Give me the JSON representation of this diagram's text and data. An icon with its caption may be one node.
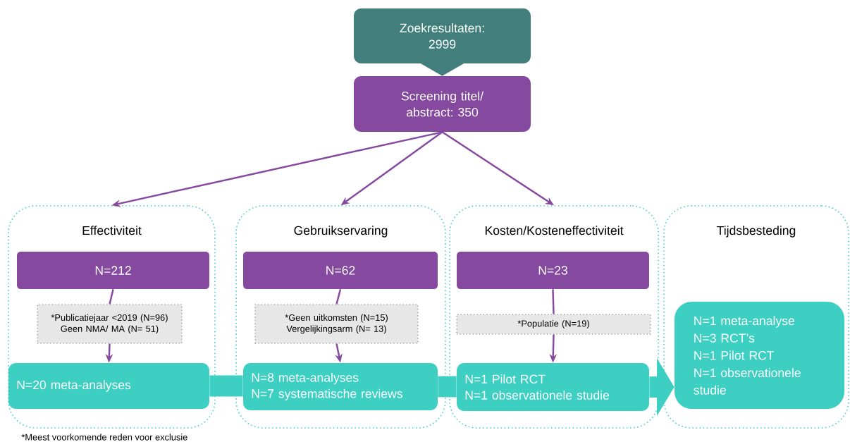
{
  "diagram": {
    "nodes": [
      {
        "text": [
          "Zoekresultaten: 2999"
        ]
      },
      {
        "text": [
          "Screening titel/ abstract: 350"
        ]
      },
      {
        "text": [
          "Effectiviteit"
        ]
      },
      {
        "text": [
          "N=212"
        ],
        "in": 2
      },
      {
        "text": [
          "*Publicatiejaar <2019 (N=96)",
          "Geen NMA/ MA (N= 51)"
        ],
        "in": 2
      },
      {
        "text": [
          "N=20 meta-analyses"
        ],
        "in": 2
      },
      {
        "text": [
          "Gebruikservaring"
        ]
      },
      {
        "text": [
          "N=62"
        ],
        "in": 6
      },
      {
        "text": [
          "*Geen uitkomsten (N=15)",
          "Vergelijkingsarm (N= 13)"
        ],
        "in": 6
      },
      {
        "text": [
          "N=8 meta-analyses",
          "N=7 systematische reviews"
        ],
        "in": 6
      },
      {
        "text": [
          "Kosten/Kosteneffectiviteit"
        ]
      },
      {
        "text": [
          "N=23"
        ],
        "in": 10
      },
      {
        "text": [
          "*Populatie (N=19)"
        ],
        "in": 10
      },
      {
        "text": [
          "N=1 Pilot RCT",
          "N=1 observationele studie"
        ],
        "in": 10
      },
      {
        "text": [
          "Tijdsbesteding"
        ]
      },
      {
        "text": [
          "N=1 meta-analyse",
          "N=3 RCT’s",
          "N=1 Pilot RCT",
          "N=1 observationele studie"
        ],
        "in": 14
      }
    ],
    "edges": [
      {
        "from": 0,
        "to": 1,
        "arrow": "to",
        "style": "thick",
        "color": "#427f7c"
      },
      {
        "from": 1,
        "to": 2,
        "arrow": "to"
      },
      {
        "from": 1,
        "to": 6,
        "arrow": "to"
      },
      {
        "from": 1,
        "to": 10,
        "arrow": "to"
      },
      {
        "from": 3,
        "to": 4,
        "arrow": "none"
      },
      {
        "from": 4,
        "to": 5,
        "arrow": "to"
      },
      {
        "from": 7,
        "to": 8,
        "arrow": "none"
      },
      {
        "from": 8,
        "to": 9,
        "arrow": "to"
      },
      {
        "from": 11,
        "to": 12,
        "arrow": "none"
      },
      {
        "from": 12,
        "to": 13,
        "arrow": "to"
      },
      {
        "from": 5,
        "to": 9,
        "arrow": "none",
        "style": "thick",
        "color": "#3ecfc3"
      },
      {
        "from": 9,
        "to": 13,
        "arrow": "none",
        "style": "thick",
        "color": "#3ecfc3"
      },
      {
        "from": 13,
        "to": 15,
        "arrow": "to",
        "style": "thick",
        "color": "#3ecfc3"
      }
    ],
    "labels": [
      "*Meest voorkomende reden voor exclusie"
    ]
  }
}
